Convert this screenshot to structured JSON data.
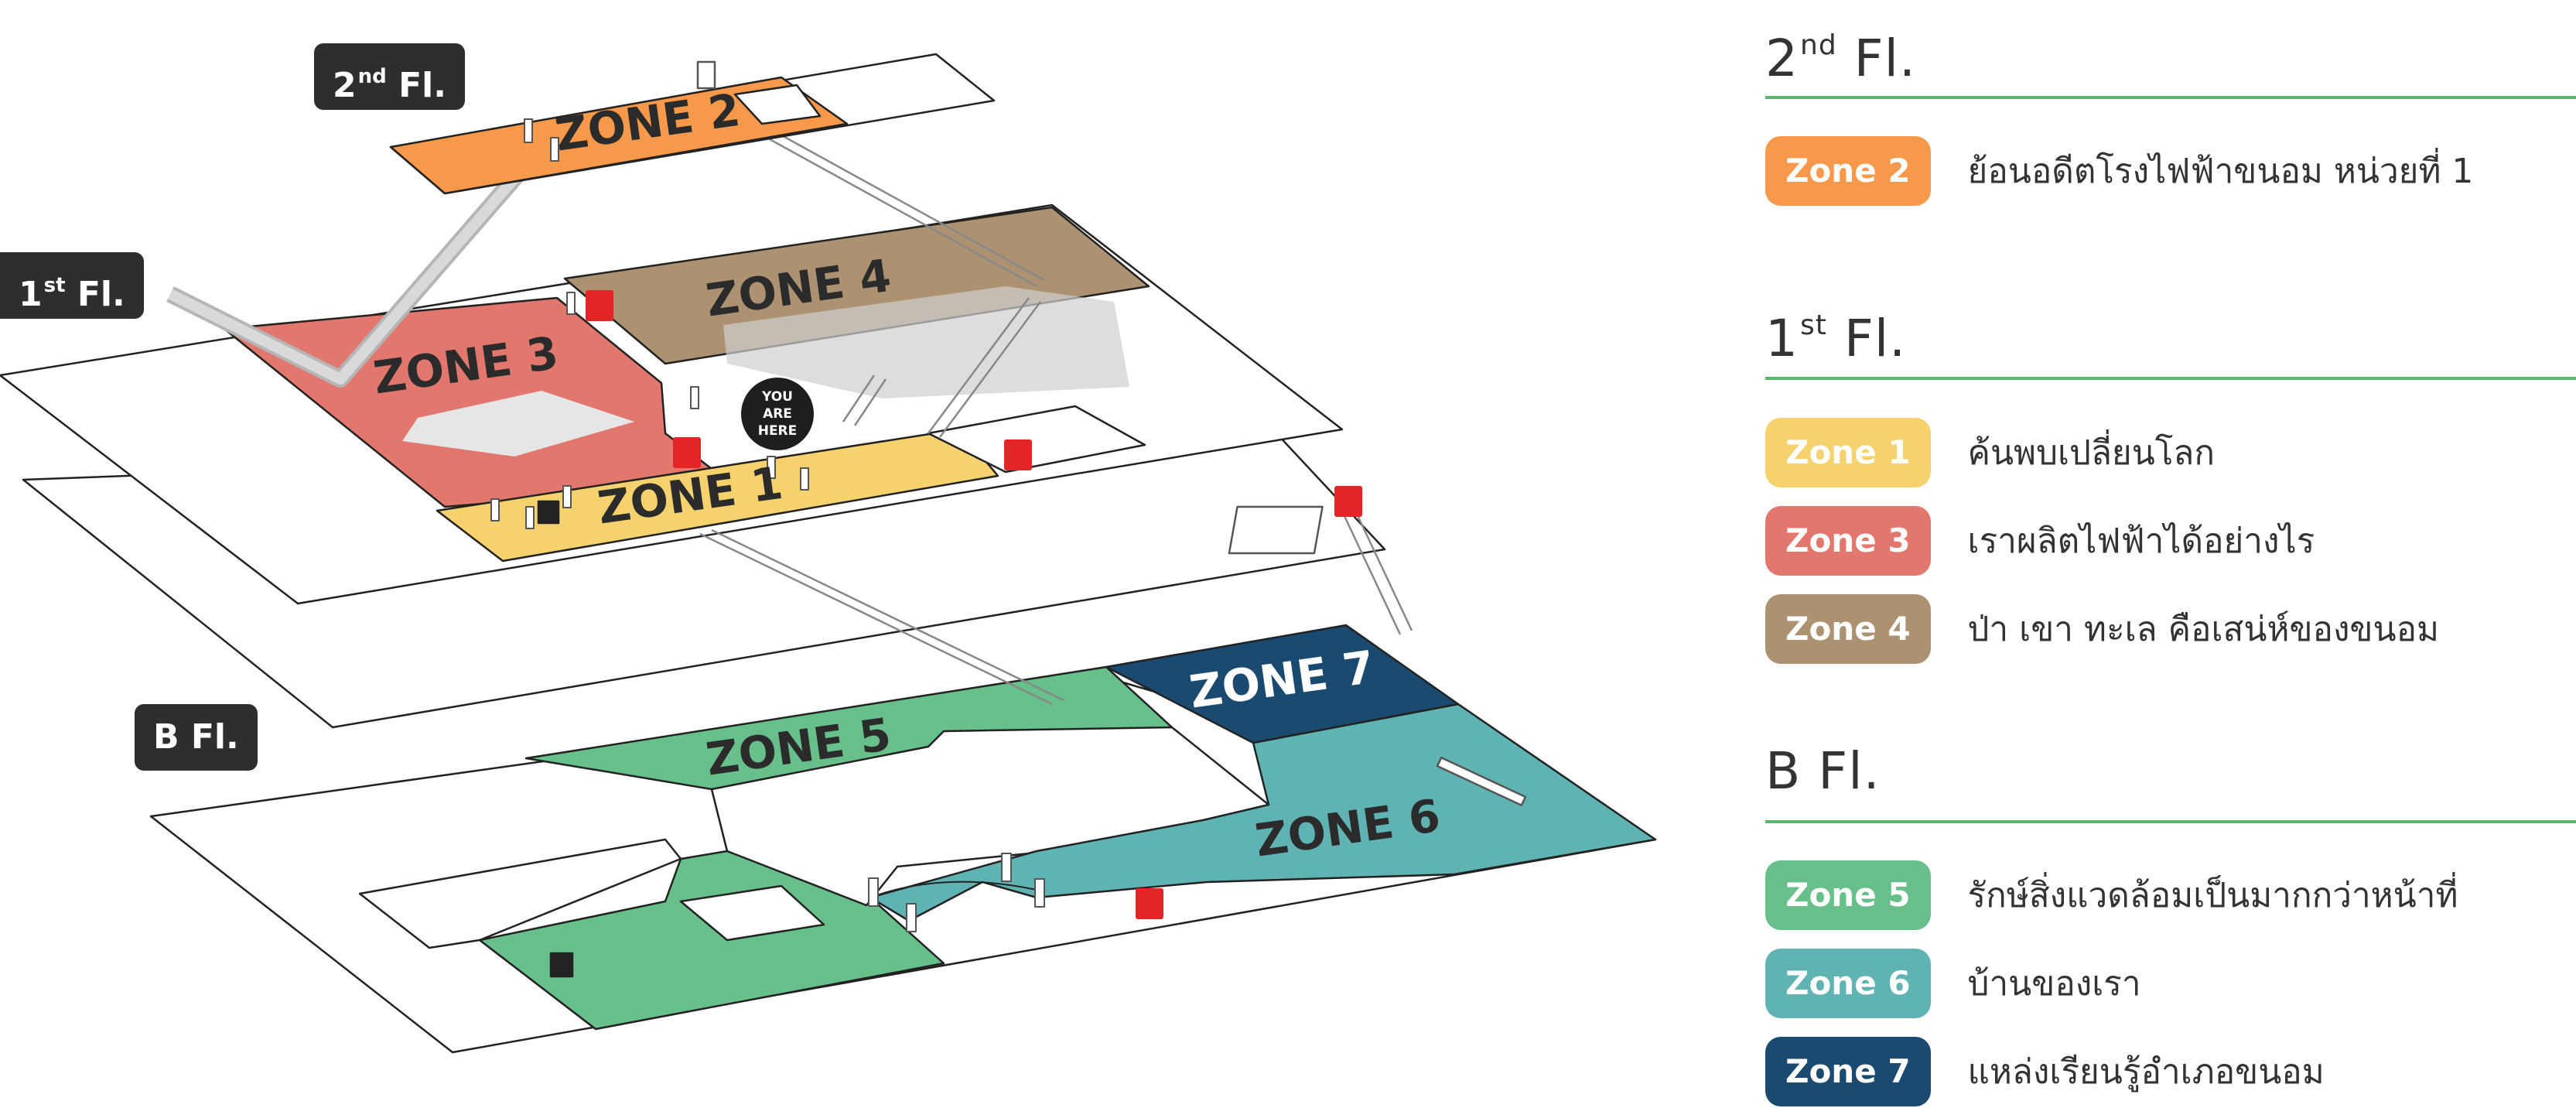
{
  "floor_tags": {
    "second": {
      "main": "2",
      "sup": "nd",
      "suffix": "Fl."
    },
    "first": {
      "main": "1",
      "sup": "st",
      "suffix": "Fl."
    },
    "basement": {
      "main": "B",
      "sup": "",
      "suffix": "Fl."
    }
  },
  "map_labels": {
    "zone1": "ZONE 1",
    "zone2": "ZONE 2",
    "zone3": "ZONE 3",
    "zone4": "ZONE 4",
    "zone5": "ZONE 5",
    "zone6": "ZONE 6",
    "zone7": "ZONE 7",
    "you_are_here": [
      "YOU",
      "ARE",
      "HERE"
    ]
  },
  "legend": {
    "sections": [
      {
        "main": "2",
        "sup": "nd",
        "suffix": "Fl.",
        "items": [
          {
            "label": "Zone 2",
            "desc": "ย้อนอดีตโรงไฟฟ้าขนอม หน่วยที่ 1"
          }
        ]
      },
      {
        "main": "1",
        "sup": "st",
        "suffix": "Fl.",
        "items": [
          {
            "label": "Zone 1",
            "desc": "ค้นพบเปลี่ยนโลก"
          },
          {
            "label": "Zone 3",
            "desc": "เราผลิตไฟฟ้าได้อย่างไร"
          },
          {
            "label": "Zone 4",
            "desc": "ป่า เขา ทะเล คือเสน่ห์ของขนอม"
          }
        ]
      },
      {
        "main": "B",
        "sup": "",
        "suffix": "Fl.",
        "items": [
          {
            "label": "Zone 5",
            "desc": "รักษ์สิ่งแวดล้อมเป็นมากกว่าหน้าที่"
          },
          {
            "label": "Zone 6",
            "desc": "บ้านของเรา"
          },
          {
            "label": "Zone 7",
            "desc": "แหล่งเรียนรู้อำเภอขนอม"
          }
        ]
      }
    ]
  },
  "colors": {
    "zone1": "#f5d26e",
    "zone2": "#f7994a",
    "zone3": "#e2776d",
    "zone4": "#ad9272",
    "zone5": "#67c08a",
    "zone6": "#60b3b3",
    "zone7": "#1a4a70",
    "accent_line": "#5bb56c",
    "tag_bg": "#2e2e2e",
    "fire_sign": "#e42526"
  }
}
